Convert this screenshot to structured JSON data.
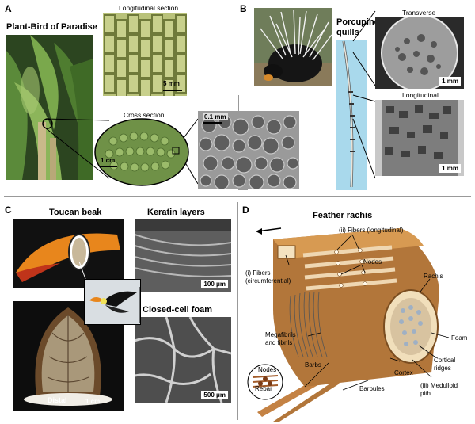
{
  "panel_a": {
    "letter": "A",
    "title": "Plant-Bird of Paradise",
    "longitudinal_title": "Longitudinal section",
    "longitudinal_scale": "5 mm",
    "cross_title": "Cross section",
    "cross_scale": "1 cm",
    "zoom_scale": "0.1 mm"
  },
  "panel_b": {
    "letter": "B",
    "title_line1": "Porcupine",
    "title_line2": "quills",
    "transverse_title": "Transverse",
    "transverse_scale": "1 mm",
    "longitudinal_title": "Longitudinal",
    "longitudinal_scale": "1 mm"
  },
  "panel_c": {
    "letter": "C",
    "beak_title": "Toucan beak",
    "keratin_title": "Keratin layers",
    "keratin_scale": "100 μm",
    "foam_title": "Closed-cell foam",
    "foam_scale": "500 μm",
    "distal_label": "Distal",
    "distal_scale": "1 cm"
  },
  "panel_d": {
    "letter": "D",
    "title": "Feather rachis",
    "labels": {
      "fibers_long": "(ii) Fibers (longitudinal)",
      "fibers_circ_1": "(i) Fibers",
      "fibers_circ_2": "(circumferential)",
      "nodes": "Nodes",
      "rachis": "Rachis",
      "megafibrils_1": "Megafibrils",
      "megafibrils_2": "and fibrils",
      "foam": "Foam",
      "cortical_1": "Cortical",
      "cortical_2": "ridges",
      "barbs": "Barbs",
      "cortex": "Cortex",
      "medulloid_1": "(iii) Medulloid",
      "medulloid_2": "pith",
      "barbules": "Barbules",
      "inset_nodes": "Nodes",
      "inset_rebar": "Rebar"
    }
  },
  "colors": {
    "plant_green": "#4e7a34",
    "micro_gray": "#8a8a8a",
    "quill_blue": "#a9d9ec",
    "toucan_orange": "#e8861c",
    "rachis_brown": "#b2763a"
  }
}
